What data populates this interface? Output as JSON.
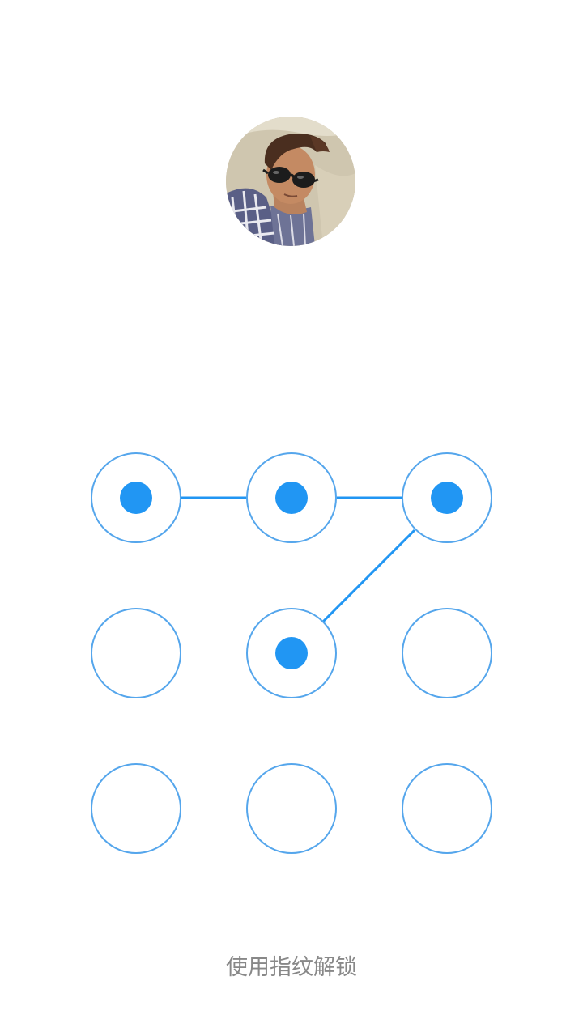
{
  "user": {
    "avatar_icon": "user-avatar-photo"
  },
  "pattern": {
    "accent_color": "#2196F3",
    "ring_color": "#55A6EC",
    "grid_size": 3,
    "selected_sequence": [
      1,
      2,
      3,
      5
    ]
  },
  "footer": {
    "fingerprint_label": "使用指纹解锁"
  }
}
